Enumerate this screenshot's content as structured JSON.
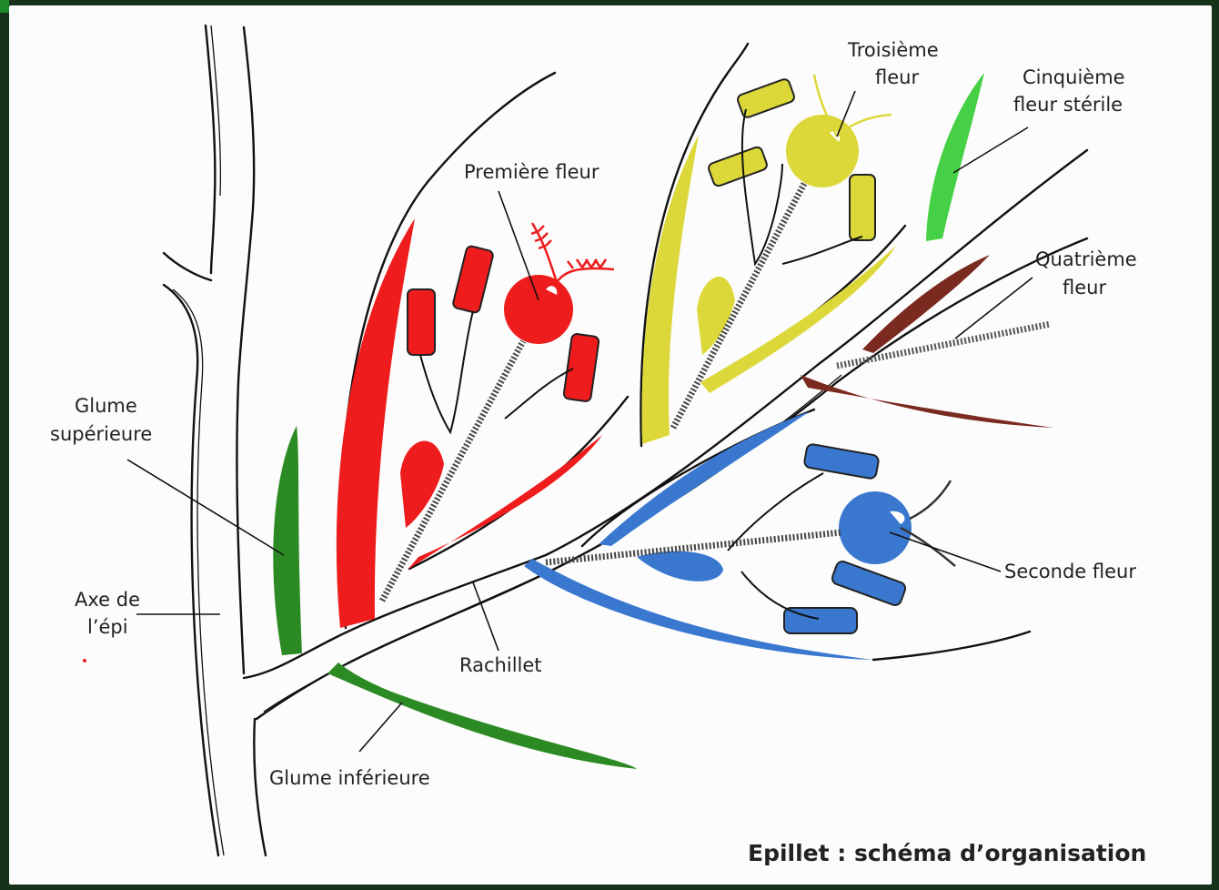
{
  "title": "Epillet : schéma d’organisation",
  "labels": {
    "premiere_fleur": "Première fleur",
    "troisieme_fleur_1": "Troisième",
    "troisieme_fleur_2": "fleur",
    "cinquieme_1": "Cinquième",
    "cinquieme_2": "fleur stérile",
    "quatrieme_1": "Quatrième",
    "quatrieme_2": "fleur",
    "glume_sup_1": "Glume",
    "glume_sup_2": "supérieure",
    "axe_1": "Axe de",
    "axe_2": "l’épi",
    "rachillet": "Rachillet",
    "seconde_fleur": "Seconde fleur",
    "glume_inf": "Glume inférieure"
  },
  "colors": {
    "premiere_fleur": "#ee1c1c",
    "seconde_fleur": "#3a78d0",
    "troisieme_fleur": "#dcd83a",
    "quatrieme_fleur": "#7a2a1e",
    "cinquieme_fleur": "#45d045",
    "glumes": "#2c8a24"
  }
}
